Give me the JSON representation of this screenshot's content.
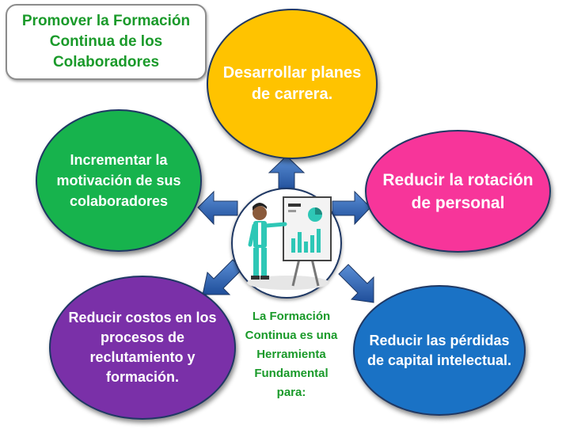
{
  "title": "Promover la Formación Continua de los Colaboradores",
  "center_label": "La Formación Continua es una Herramienta Fundamental para:",
  "illustration": "presenter-with-chart-board",
  "nodes": {
    "top": "Desarrollar planes de carrera.",
    "right": "Reducir la rotación de personal",
    "left": "Incrementar la motivación de sus colaboradores",
    "bottom_left": "Reducir costos en los procesos de reclutamiento y formación.",
    "bottom_right": "Reducir las pérdidas de capital intelectual."
  },
  "colors": {
    "title_text": "#1a9a2a",
    "top": "#ffc300",
    "right": "#f7359a",
    "left": "#17b34d",
    "bottom_left": "#7a30a8",
    "bottom_right": "#1a72c5",
    "arrows": "#2f5597"
  }
}
